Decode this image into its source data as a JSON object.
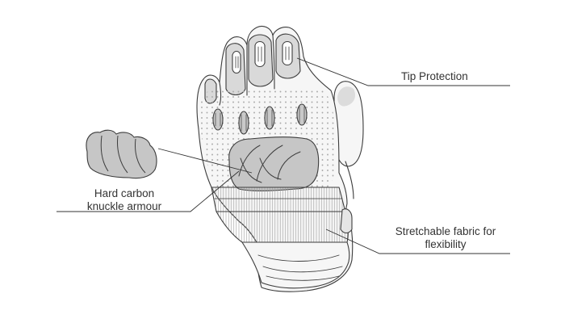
{
  "diagram": {
    "colors": {
      "outline": "#3c3c3c",
      "glove_fill": "#f6f6f6",
      "shaded_panel": "#d9d9d9",
      "armour_fill": "#c6c6c6",
      "dots": "#a9a9a9",
      "leader_line": "#333333",
      "label_text": "#333333"
    },
    "annotations": {
      "tip_protection": "Tip Protection",
      "knuckle_armour_line1": "Hard carbon",
      "knuckle_armour_line2": "knuckle armour",
      "stretch_fabric_line1": "Stretchable fabric for",
      "stretch_fabric_line2": "flexibility"
    }
  }
}
